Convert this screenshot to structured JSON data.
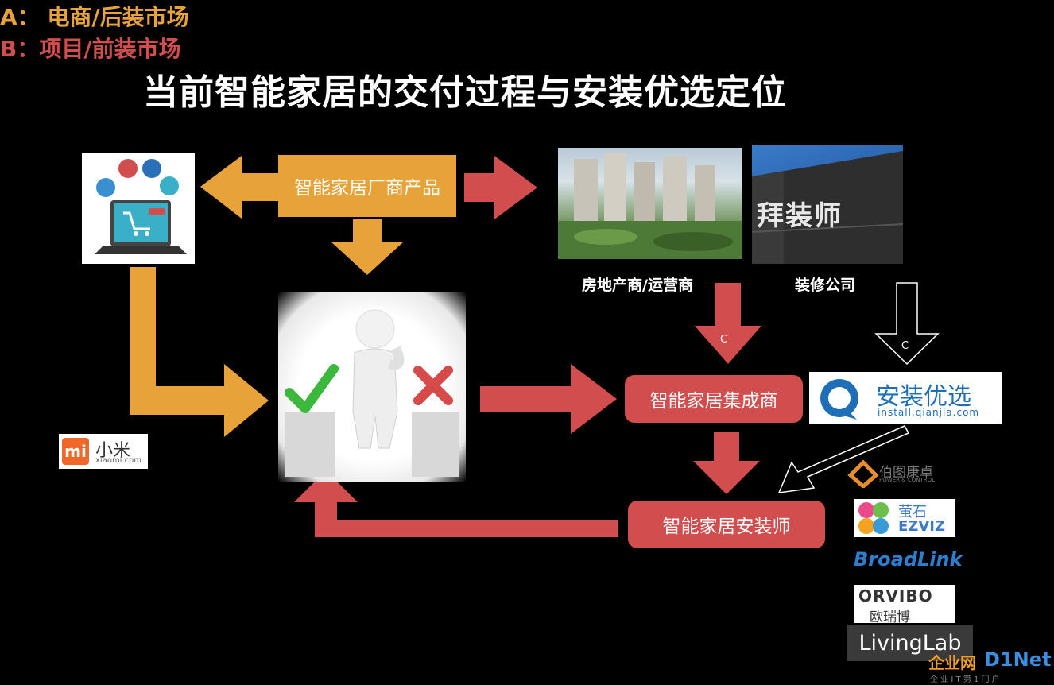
{
  "title": "当前智能家居的交付过程与安装优选定位",
  "nodes": {
    "vendor": "智能家居厂商产品",
    "integrator": "智能家居集成商",
    "installer": "智能家居安装师"
  },
  "captions": {
    "real_estate": "房地产商/运营商",
    "decoration": "装修公司"
  },
  "markets": {
    "a": "A： 电商/后装市场",
    "b": "B：项目/前装市场"
  },
  "arrow_marks": {
    "estate_arrow": "C",
    "deco_arrow": "C"
  },
  "images": {
    "ecommerce": "laptop-shopping-cart-illustration",
    "person": "thinking-person-check-cross-illustration",
    "estate": "residential-towers-photo",
    "decoration_building": "building-facade-photo",
    "building_sign": "拜装师"
  },
  "logos": {
    "xiaomi_text": "小米",
    "xiaomi_sub": "xiaomi.com",
    "anzhuang_text": "安装优选",
    "anzhuang_url": "install.qianjia.com",
    "botu": "伯图康卓",
    "botu_sub": "POWER & CONTROL",
    "ezviz_cn": "萤石",
    "ezviz_en": "EZVIZ",
    "broadlink": "BroadLink",
    "orvibo_en": "ORVIBO",
    "orvibo_cn": "欧瑞博",
    "livinglab": "LivingLab",
    "watermark_cn": "企业网",
    "watermark_en": "D1Net",
    "watermark_sub": "企 业 I T 第 1 门 户"
  },
  "colors": {
    "background": "#000000",
    "orange": "#e7a23a",
    "red": "#d24d4d",
    "white": "#ffffff"
  }
}
